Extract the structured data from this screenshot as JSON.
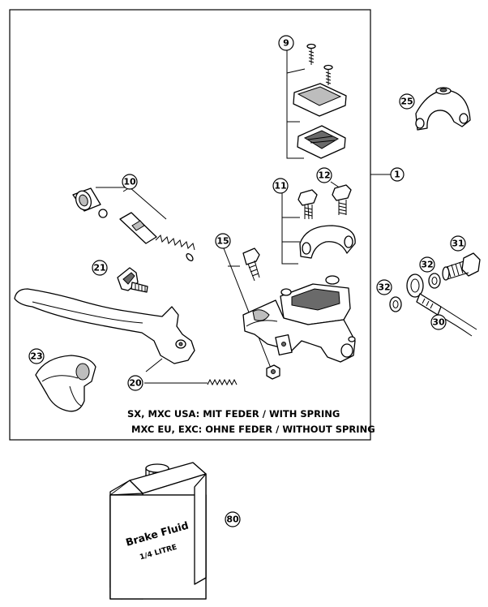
{
  "callouts": {
    "c1": "1",
    "c9": "9",
    "c10": "10",
    "c11": "11",
    "c12": "12",
    "c15": "15",
    "c20": "20",
    "c21": "21",
    "c23": "23",
    "c25": "25",
    "c30": "30",
    "c31": "31",
    "c32a": "32",
    "c32b": "32",
    "c80": "80"
  },
  "notes": {
    "line1": "SX, MXC USA: MIT FEDER / WITH SPRING",
    "line2": "MXC EU, EXC: OHNE FEDER / WITHOUT SPRING"
  },
  "bottle_label": {
    "line1": "Brake Fluid",
    "line2": "1/4 LITRE"
  }
}
